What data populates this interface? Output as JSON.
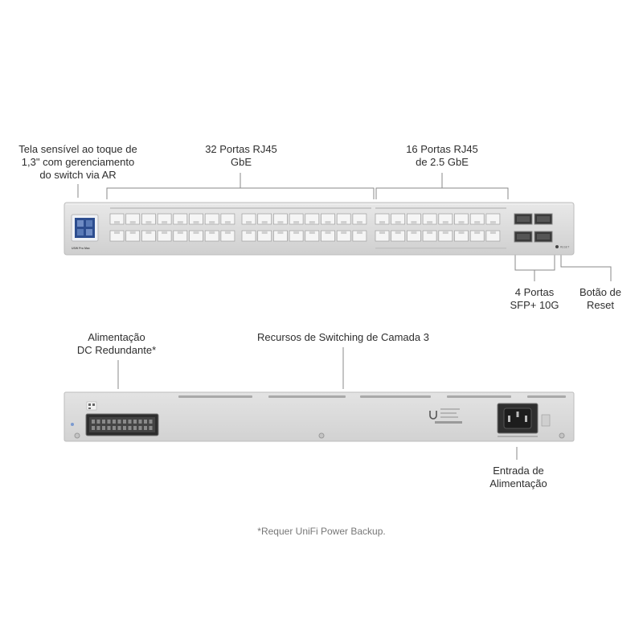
{
  "front_labels": {
    "touchscreen": [
      "Tela sensível ao toque de",
      "1,3\" com gerenciamento",
      "do switch via AR"
    ],
    "rj45_gbe": [
      "32 Portas RJ45",
      "GbE"
    ],
    "rj45_25": [
      "16 Portas RJ45",
      "de 2.5 GbE"
    ],
    "sfp": [
      "4 Portas",
      "SFP+ 10G"
    ],
    "reset": [
      "Botão de",
      "Reset"
    ]
  },
  "back_labels": {
    "dc_power": [
      "Alimentação",
      "DC Redundante*"
    ],
    "layer3": [
      "Recursos de Switching de Camada 3"
    ],
    "ac_input": [
      "Entrada de",
      "Alimentação"
    ]
  },
  "footnote": "*Requer UniFi Power Backup.",
  "device_text": {
    "model": "USW Pro Max",
    "reset": "RESET"
  },
  "colors": {
    "chassis": "#dcdcdc",
    "chassis_edge": "#b9b9b9",
    "port_fill": "#f6f6f6",
    "screen": "#2b4a8a",
    "leader_line": "#8a8a8a"
  },
  "icons": [
    "touchscreen-icon",
    "ubiquiti-logo-icon",
    "power-socket-icon",
    "dc-connector-icon"
  ]
}
